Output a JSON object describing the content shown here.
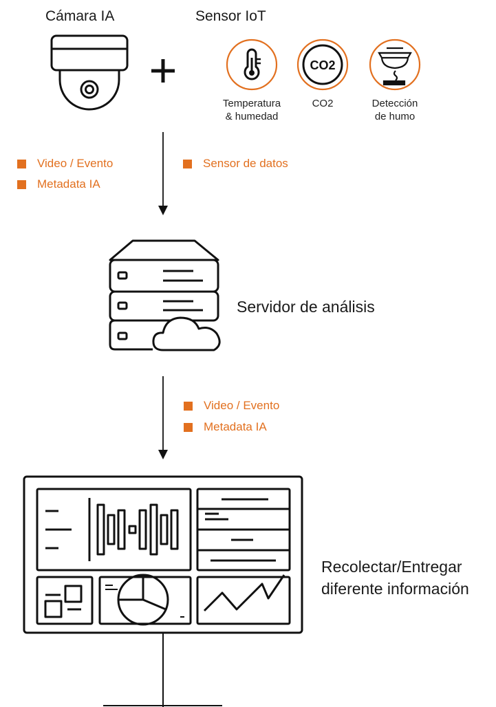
{
  "colors": {
    "accent": "#E2701F",
    "stroke": "#111111"
  },
  "camera": {
    "title": "Cámara IA",
    "icon": "dome-camera-icon"
  },
  "plus_symbol": "+",
  "sensor": {
    "title": "Sensor IoT",
    "items": [
      {
        "icon": "thermometer-icon",
        "caption_line1": "Temperatura",
        "caption_line2": "& humedad"
      },
      {
        "icon": "co2-icon",
        "badge": "CO2",
        "caption_line1": "CO2",
        "caption_line2": ""
      },
      {
        "icon": "smoke-detector-icon",
        "caption_line1": "Detección",
        "caption_line2": "de humo"
      }
    ]
  },
  "flow1": {
    "left_labels": [
      "Video / Evento",
      "Metadata IA"
    ],
    "right_labels": [
      "Sensor de datos"
    ]
  },
  "server": {
    "label": "Servidor de análisis",
    "icon": "cloud-server-icon"
  },
  "flow2": {
    "labels": [
      "Video / Evento",
      "Metadata IA"
    ]
  },
  "dashboard": {
    "label_line1": "Recolectar/Entregar",
    "label_line2": "diferente información",
    "icon": "dashboard-monitor-icon"
  }
}
